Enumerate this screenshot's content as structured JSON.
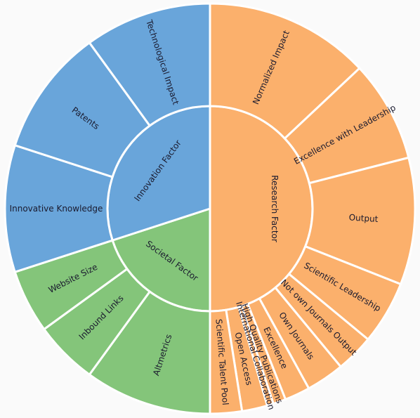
{
  "chart_data": {
    "type": "sunburst",
    "colors": {
      "Research Factor": "#fbb06c",
      "Innovation Factor": "#69a5da",
      "Societal Factor": "#84c57a"
    },
    "inner": [
      {
        "name": "Research Factor",
        "value": 50
      },
      {
        "name": "Societal Factor",
        "value": 20
      },
      {
        "name": "Innovation Factor",
        "value": 30
      }
    ],
    "outer": [
      {
        "name": "Normalized Impact",
        "parent": "Research Factor",
        "value": 13
      },
      {
        "name": "Excellence with Leadership",
        "parent": "Research Factor",
        "value": 8
      },
      {
        "name": "Output",
        "parent": "Research Factor",
        "value": 10
      },
      {
        "name": "Scientific Leadership",
        "parent": "Research Factor",
        "value": 5
      },
      {
        "name": "Not own Journals Output",
        "parent": "Research Factor",
        "value": 3
      },
      {
        "name": "Own Journals",
        "parent": "Research Factor",
        "value": 3
      },
      {
        "name": "Excellence",
        "parent": "Research Factor",
        "value": 2
      },
      {
        "name": "High Quality Publications",
        "parent": "Research Factor",
        "value": 1
      },
      {
        "name": "International Collaboration",
        "parent": "Research Factor",
        "value": 0.5
      },
      {
        "name": "Open Access",
        "parent": "Research Factor",
        "value": 2
      },
      {
        "name": "Scientific Talent Pool",
        "parent": "Research Factor",
        "value": 2.5
      },
      {
        "name": "Altmetrics",
        "parent": "Societal Factor",
        "value": 10
      },
      {
        "name": "Inbound Links",
        "parent": "Societal Factor",
        "value": 5
      },
      {
        "name": "Website Size",
        "parent": "Societal Factor",
        "value": 5
      },
      {
        "name": "Innovative Knowledge",
        "parent": "Innovation Factor",
        "value": 10
      },
      {
        "name": "Patents",
        "parent": "Innovation Factor",
        "value": 10
      },
      {
        "name": "Technological Impact",
        "parent": "Innovation Factor",
        "value": 10
      }
    ]
  }
}
